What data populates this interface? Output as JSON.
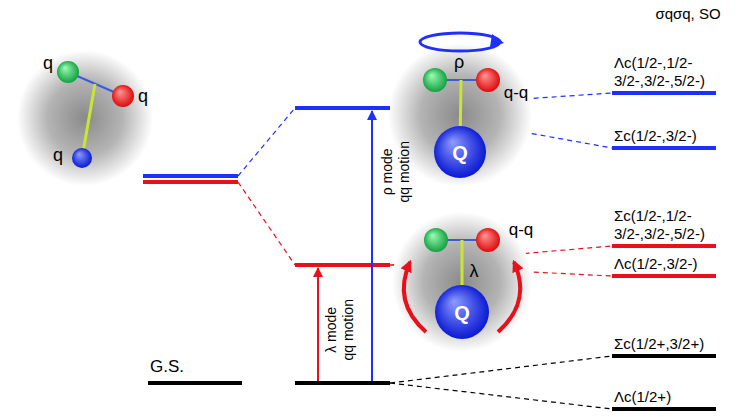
{
  "diagram": {
    "nodes": [
      {
        "text": [
          "q",
          "q",
          "q"
        ]
      },
      {
        "text": [
          "ρ",
          "q-q",
          "Q"
        ]
      },
      {
        "text": [
          "λ",
          "q-q",
          "Q"
        ]
      }
    ],
    "labels": [
      "σqσq, SO",
      "G.S.",
      "λ mode qq motion",
      "ρ mode qq motion",
      "Λc(1/2-,1/2- 3/2-,3/2-,5/2-)",
      "Σc(1/2-,3/2-)",
      "Σc(1/2-,1/2- 3/2-,3/2-,5/2-)",
      "Λc(1/2-,3/2-)",
      "Σc(1/2+,3/2+)",
      "Λc(1/2+)"
    ]
  }
}
